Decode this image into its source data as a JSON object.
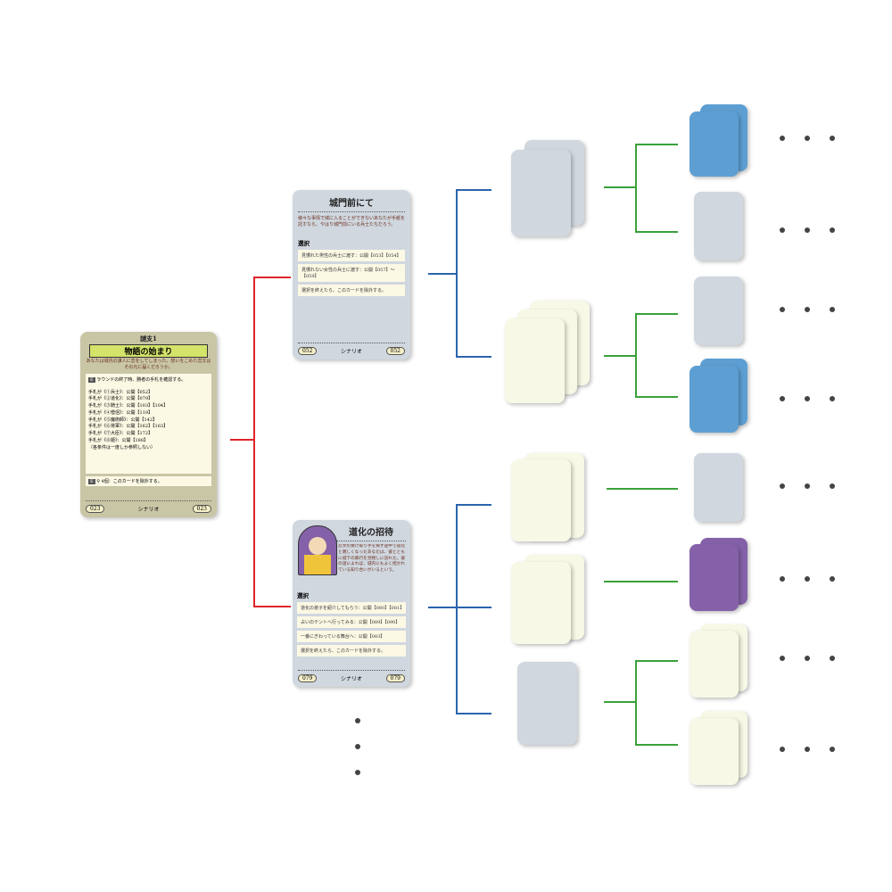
{
  "root_card": {
    "header": "謎支1",
    "title": "物語の始まり",
    "intro": "あなたは城内の誰人に恋をしてしまった。想いをこめた恋文はその元に届くだろうか。",
    "effect_label": "E",
    "effect1": "ラウンドの終了時、勝者の手札を確認する。",
    "conditions": [
      "手札が《①兵士》：公開【052】",
      "手札が《②道化》：公開【079】",
      "手札が《③騎士》：公開【103】【104】",
      "手札が《④僧侶》：公開【119】",
      "手札が《⑤魔術師》：公開【142】",
      "手札が《⑥将軍》：公開【162】【163】",
      "手札が《⑦大臣》：公開【172】",
      "手札が《⑧姫》：公開【188】",
      "（各条件は一度しか参照しない）"
    ],
    "effect2": "4個：このカードを除外する。",
    "number": "023",
    "footer": "シナリオ"
  },
  "card_052": {
    "title": "城門前にて",
    "intro": "様々な事情で城に入ることができないあなたが手紙を託すなら、やはり城門前にいる兵士たちだろう。",
    "choice_heading": "選択",
    "choices": [
      "見慣れた男性の兵士に渡す：公開【053】【054】",
      "見慣れない女性の兵士に渡す：公開【057】～【059】",
      "選択を終えたら、このカードを除外する。"
    ],
    "number": "052",
    "footer": "シナリオ"
  },
  "card_079": {
    "title": "道化の招待",
    "intro": "恋文の受け取り手を探す途中で道化と親しくなったあなたは、彼とともに城下の興行を見物しに訪れた。彼の話によれば、城内にもよく招かれている知り合いがいるという。",
    "choice_heading": "選択",
    "choices": [
      "道化の弟子を紹介してもらう：公開【080】【081】",
      "占いのテントへ行ってみる：公開【089】【090】",
      "一番にぎわっている舞台へ：公開【083】",
      "選択を終えたら、このカードを除外する。"
    ],
    "number": "079",
    "footer": "シナリオ"
  },
  "colors": {
    "red": "#e0242a",
    "blue": "#2b64ad",
    "green": "#3aa13a",
    "card_blue": "#5d9fd3",
    "card_purple": "#8461a8",
    "card_grey": "#d0d7df",
    "card_cream": "#f8f8e6"
  }
}
